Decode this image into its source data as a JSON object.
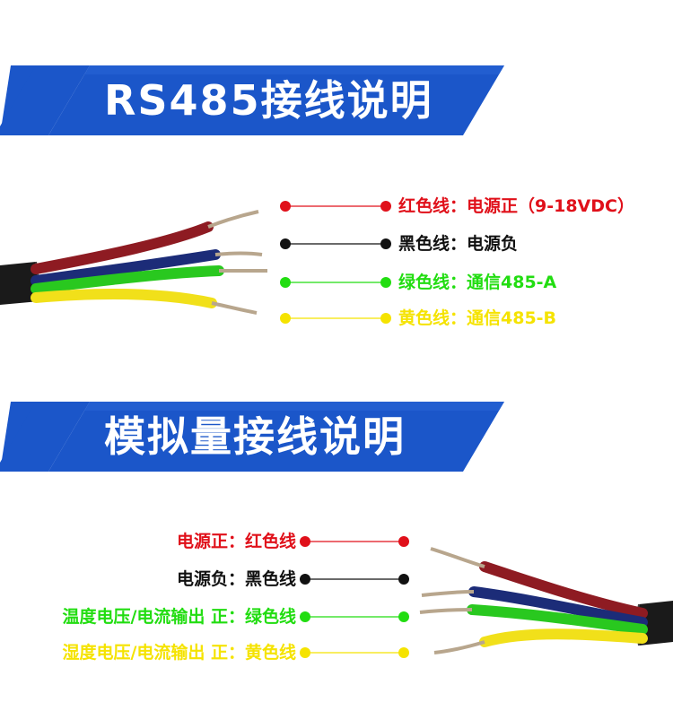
{
  "rs485": {
    "title": "RS485接线说明",
    "wires": [
      {
        "label": "红色线：电源正（9-18VDC）",
        "color": "#e0101a"
      },
      {
        "label": "黑色线：电源负",
        "color": "#111111"
      },
      {
        "label": "绿色线：通信485-A",
        "color": "#22dd11"
      },
      {
        "label": "黄色线：通信485-B",
        "color": "#f5e300"
      }
    ]
  },
  "analog": {
    "title": "模拟量接线说明",
    "wires": [
      {
        "label": "电源正：红色线",
        "color": "#e0101a"
      },
      {
        "label": "电源负：黑色线",
        "color": "#111111"
      },
      {
        "label": "温度电压/电流输出 正：绿色线",
        "color": "#22dd11"
      },
      {
        "label": "湿度电压/电流输出 正：黄色线",
        "color": "#f5e300"
      }
    ]
  },
  "colors": {
    "banner_blue": "#1b56c9",
    "banner_dark": "#123e9c"
  }
}
